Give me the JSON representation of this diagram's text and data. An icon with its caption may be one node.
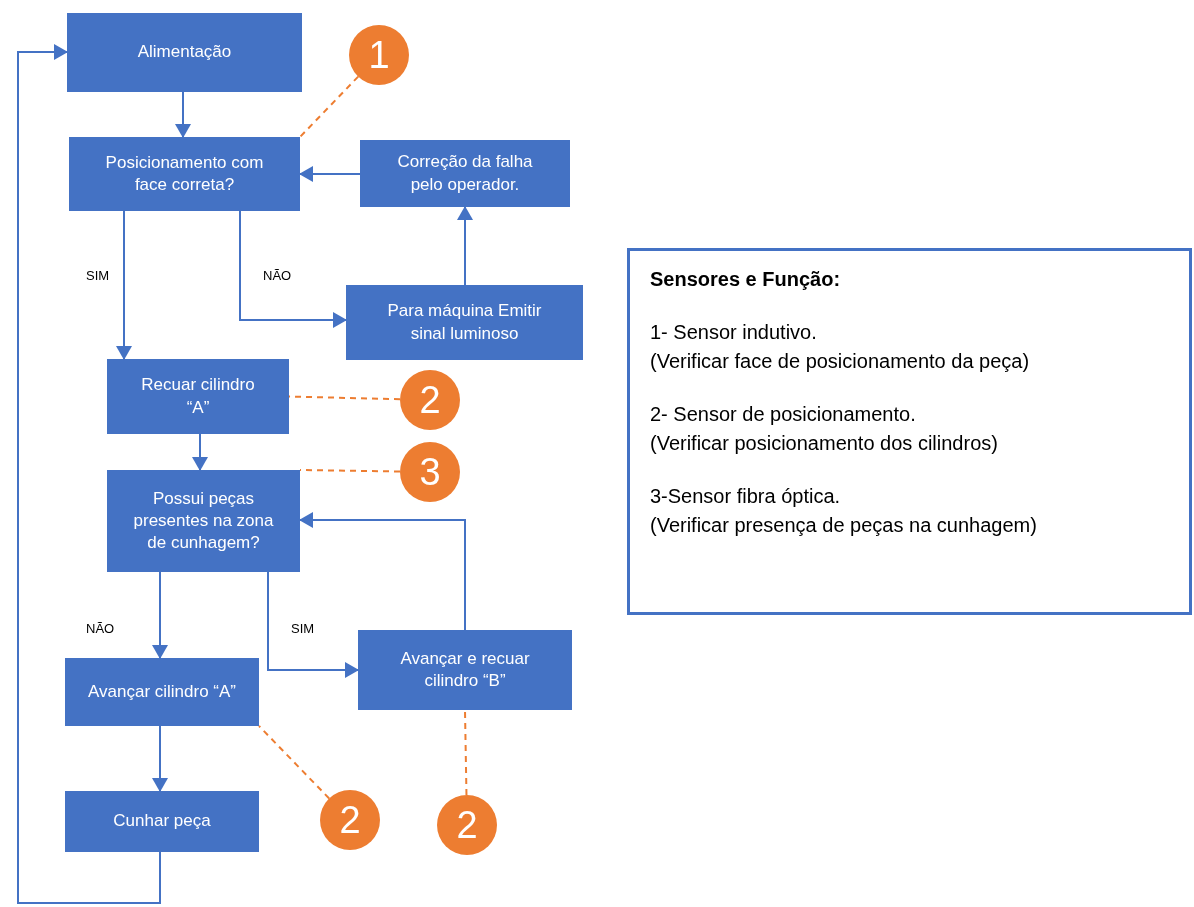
{
  "diagram": {
    "nodes": [
      {
        "text": [
          "Alimentação"
        ]
      },
      {
        "text": [
          "Posicionamento com face correta?"
        ]
      },
      {
        "text": [
          "Correção da falha pelo operador."
        ]
      },
      {
        "text": [
          "Para máquina Emitir sinal luminoso"
        ]
      },
      {
        "text": [
          "Recuar cilindro “A”"
        ]
      },
      {
        "text": [
          "Possui peças presentes na zona de cunhagem?"
        ]
      },
      {
        "text": [
          "Avançar  cilindro “A”"
        ]
      },
      {
        "text": [
          "Avançar e recuar cilindro “B”"
        ]
      },
      {
        "text": [
          "Cunhar peça"
        ]
      },
      {
        "text": [
          "1"
        ]
      },
      {
        "text": [
          "2"
        ]
      },
      {
        "text": [
          "3"
        ]
      },
      {
        "text": [
          "2"
        ]
      },
      {
        "text": [
          "2"
        ]
      },
      {
        "text": [
          "Sensores e Função:",
          "1- Sensor indutivo.",
          "(Verificar face de posicionamento da peça)",
          "2- Sensor de posicionamento.",
          "(Verificar posicionamento dos cilindros)",
          "3-Sensor fibra óptica.",
          "(Verificar presença de peças na cunhagem)"
        ]
      }
    ],
    "edges": [
      {
        "from": 0,
        "to": 1,
        "arrow": "to"
      },
      {
        "from": 2,
        "to": 1,
        "arrow": "to"
      },
      {
        "from": 1,
        "to": 3,
        "arrow": "to",
        "label": "NÃO"
      },
      {
        "from": 3,
        "to": 2,
        "arrow": "to"
      },
      {
        "from": 1,
        "to": 4,
        "arrow": "to",
        "label": "SIM"
      },
      {
        "from": 4,
        "to": 5,
        "arrow": "to"
      },
      {
        "from": 5,
        "to": 6,
        "arrow": "to",
        "label": "NÃO"
      },
      {
        "from": 5,
        "to": 7,
        "arrow": "to",
        "label": "SIM"
      },
      {
        "from": 7,
        "to": 5,
        "arrow": "to"
      },
      {
        "from": 6,
        "to": 8,
        "arrow": "to"
      },
      {
        "from": 8,
        "to": 0,
        "arrow": "to"
      },
      {
        "from": 9,
        "to": 1,
        "arrow": "none",
        "style": "dashed",
        "color": "#ed7d31"
      },
      {
        "from": 10,
        "to": 4,
        "arrow": "none",
        "style": "dashed",
        "color": "#ed7d31"
      },
      {
        "from": 11,
        "to": 5,
        "arrow": "none",
        "style": "dashed",
        "color": "#ed7d31"
      },
      {
        "from": 12,
        "to": 6,
        "arrow": "none",
        "style": "dashed",
        "color": "#ed7d31"
      },
      {
        "from": 13,
        "to": 7,
        "arrow": "none",
        "style": "dashed",
        "color": "#ed7d31"
      }
    ]
  }
}
